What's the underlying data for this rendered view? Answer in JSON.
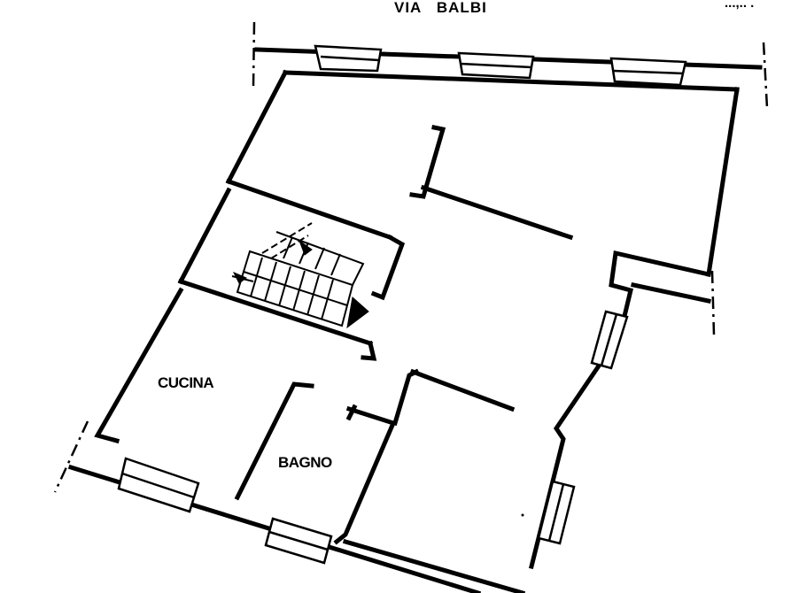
{
  "labels": {
    "street": "VIA   BALBI",
    "corner_fragment": "...,.. .",
    "room_kitchen": "CUCINA",
    "room_bath": "BAGNO"
  },
  "colors": {
    "ink": "#000000",
    "paper": "#ffffff"
  }
}
